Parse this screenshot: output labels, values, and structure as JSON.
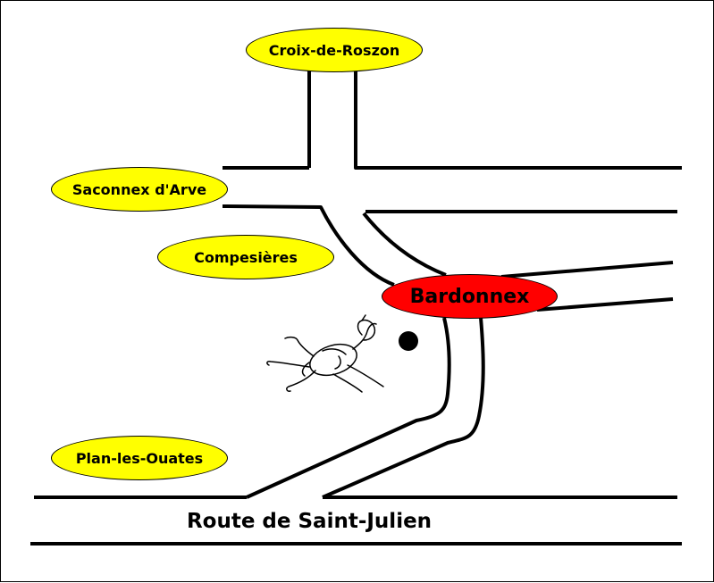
{
  "map": {
    "places": {
      "croix": "Croix-de-Roszon",
      "saconnex": "Saconnex d'Arve",
      "compesieres": "Compesières",
      "bardonnex": "Bardonnex",
      "plan": "Plan-les-Ouates"
    },
    "road_label": "Route de Saint-Julien"
  },
  "colors": {
    "place_fill": "#ffff00",
    "highlight_fill": "#ff0000",
    "road_stroke": "#000000"
  },
  "icons": {
    "location": "location-dot-icon",
    "mascot": "beetle-sketch-icon"
  }
}
